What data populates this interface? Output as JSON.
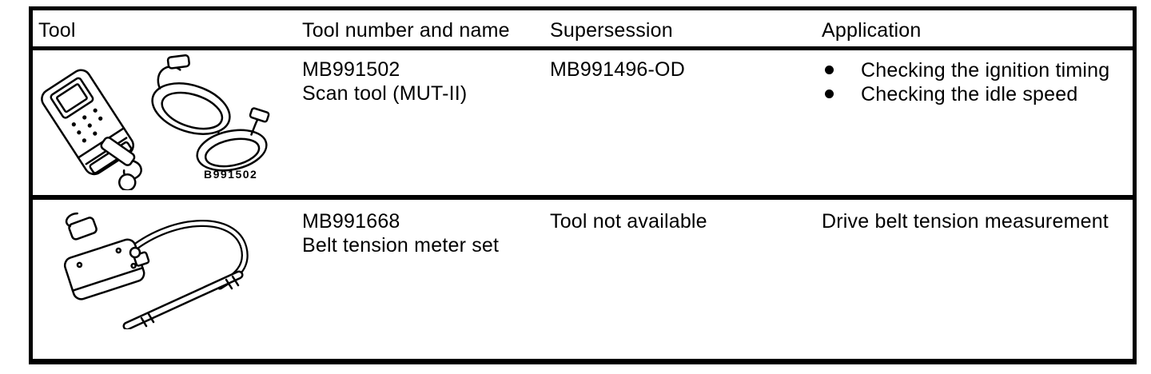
{
  "colors": {
    "ink": "#000000",
    "paper": "#ffffff"
  },
  "table": {
    "headers": {
      "tool": "Tool",
      "tool_number_and_name": "Tool number and name",
      "supersession": "Supersession",
      "application": "Application"
    },
    "rows": [
      {
        "image_name": "scan-tool-with-cables-line-drawing",
        "image_label": "B991502",
        "tool_number": "MB991502",
        "tool_name": "Scan tool (MUT-II)",
        "supersession": "MB991496-OD",
        "applications": [
          "Checking the ignition timing",
          "Checking the idle speed"
        ]
      },
      {
        "image_name": "belt-tension-meter-line-drawing",
        "image_label": "",
        "tool_number": "MB991668",
        "tool_name": "Belt tension meter set",
        "supersession": "Tool not available",
        "applications": [
          "Drive belt tension measurement"
        ]
      }
    ]
  }
}
